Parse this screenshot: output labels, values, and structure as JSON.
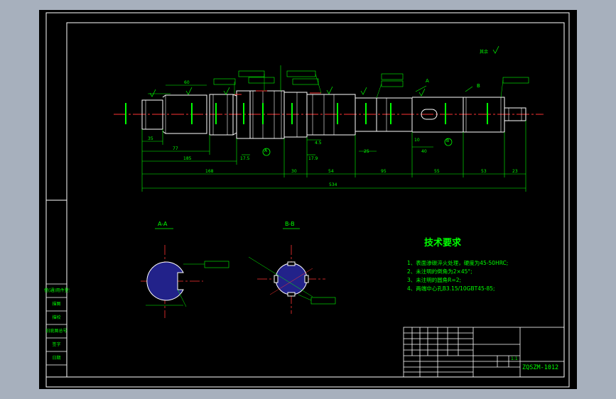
{
  "drawing": {
    "tech_title": "技术要求",
    "tech_notes": [
      "1、表面渗碳淬火处理，硬度为45-50HRC;",
      "2、未注明的倒角为2×45°;",
      "3、未注明的圆角R=2;",
      "4、两端中心孔B3.15/10GBT45-85;"
    ],
    "section_a": "A-A",
    "section_b": "B-B",
    "drawing_number": "ZQSZM-1012",
    "scale": "1:1",
    "roughness_note": "其余",
    "view_mark_a": "A",
    "view_mark_b": "B",
    "datum_a": "A",
    "datum_b": "B",
    "dims": {
      "overall": "534",
      "d168": "168",
      "d185": "185",
      "d77": "77",
      "d35": "35",
      "d30": "30",
      "d54": "54",
      "d95": "95",
      "d55": "55",
      "d53": "53",
      "d23": "23",
      "d25": "25",
      "d17_5": "17.5",
      "d17_9": "17.9",
      "d4_5": "4.5",
      "d10": "10",
      "d40": "40",
      "d60": "60"
    },
    "left_table": [
      "借(通)用件登记",
      "描图",
      "描校",
      "旧底图总号",
      "签字",
      "日期"
    ]
  }
}
